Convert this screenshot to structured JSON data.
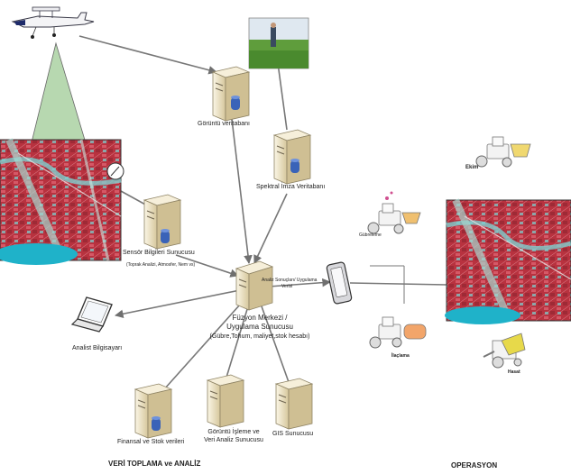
{
  "nodes": {
    "image_db": {
      "label": "Görüntü veritabanı",
      "icon": "database-server-icon"
    },
    "spectral_db": {
      "label": "Spektral İmza Veritabanı",
      "icon": "database-server-icon"
    },
    "sensor_server": {
      "label": "Sensör Bilgileri Sunucusu",
      "sublabel": "(Toprak Analizi, Atmosfer, Nem vs)",
      "icon": "database-server-icon"
    },
    "fusion_center": {
      "label_line1": "Füzyon Merkezi /",
      "label_line2": "Uygulama Sunucusu",
      "label_line3": "(Gübre,Tohum, maliyet,stok hesabı)",
      "icon": "server-icon"
    },
    "analyst_pc": {
      "label": "Analist Bilgisayarı",
      "icon": "laptop-icon"
    },
    "finance_server": {
      "label": "Finansal ve Stok verileri",
      "icon": "database-server-icon"
    },
    "image_processing_server": {
      "label_line1": "Görüntü İşleme ve",
      "label_line2": "Veri Analiz Sunucusu",
      "icon": "server-icon"
    },
    "gis_server": {
      "label": "GIS Sunucusu",
      "icon": "server-icon"
    },
    "tablet": {
      "icon": "tablet-icon"
    }
  },
  "edges": {
    "app_results_line1": "Analiz Sonuçları/ Uygulama",
    "app_results_line2": "Verisi"
  },
  "operations": {
    "ekim": "Ekim",
    "gubreleme": "Gübreleme",
    "ilaclama": "İlaçlama",
    "hasat": "Hasat"
  },
  "sections": {
    "left": "VERİ TOPLAMA ve ANALİZ",
    "right": "OPERASYON"
  },
  "colors": {
    "line": "#777777",
    "server_top": "#f3ecd6",
    "server_side": "#d9cba4",
    "db_blue": "#3a63b8",
    "field_red": "#c23a46",
    "field_cyan": "#7fb7b9",
    "sky": "#eef3f8"
  }
}
